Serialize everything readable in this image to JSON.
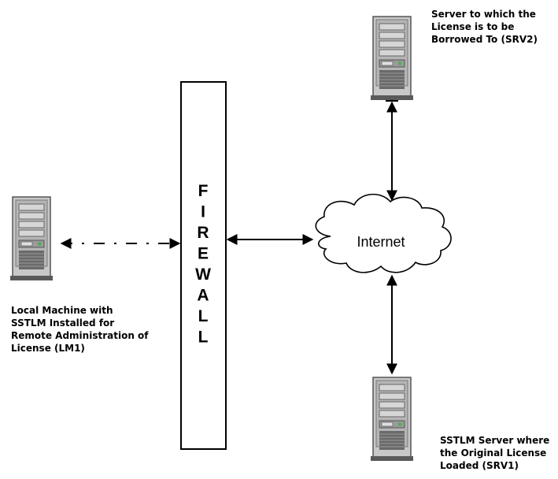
{
  "firewall": {
    "letters": [
      "F",
      "I",
      "R",
      "E",
      "W",
      "A",
      "L",
      "L"
    ]
  },
  "cloud": {
    "label": "Internet"
  },
  "labels": {
    "srv2": "Server to which the\nLicense is to be\nBorrowed To (SRV2)",
    "lm1": "Local Machine with\nSSTLM Installed for\nRemote Administration of\nLicense (LM1)",
    "srv1": "SSTLM Server where\nthe Original License\nLoaded (SRV1)"
  },
  "icons": {
    "lm1": "server-tower-icon",
    "srv2": "server-tower-icon",
    "srv1": "server-tower-icon"
  },
  "colors": {
    "server_body": "#b8b8b8",
    "server_dark": "#5a5a5a",
    "server_led": "#4caf50"
  }
}
